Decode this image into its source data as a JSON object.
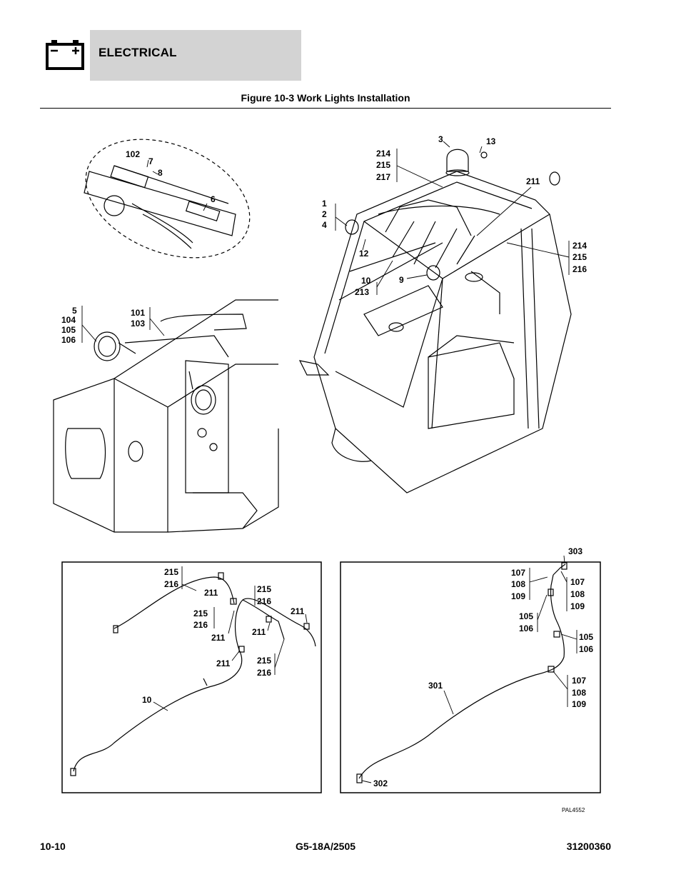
{
  "header": {
    "section": "ELECTRICAL",
    "icon": "battery-icon"
  },
  "figure": {
    "title": "Figure 10-3 Work Lights Installation",
    "ref_code": "PAL4552"
  },
  "callouts": {
    "detail_top": [
      "102",
      "7",
      "8",
      "6"
    ],
    "left_assembly": [
      "5",
      "104",
      "105",
      "106",
      "101",
      "103"
    ],
    "cab": [
      "3",
      "13",
      "214",
      "215",
      "217",
      "211",
      "1",
      "2",
      "4",
      "12",
      "214",
      "215",
      "216",
      "10",
      "213",
      "9"
    ],
    "harness_left": [
      "215",
      "216",
      "211",
      "215",
      "216",
      "215",
      "216",
      "211",
      "211",
      "211",
      "211",
      "215",
      "216",
      "10"
    ],
    "harness_right": [
      "303",
      "107",
      "108",
      "109",
      "107",
      "108",
      "109",
      "105",
      "106",
      "105",
      "106",
      "107",
      "108",
      "109",
      "301",
      "302"
    ]
  },
  "footer": {
    "page": "10-10",
    "model": "G5-18A/2505",
    "part_number": "31200360"
  }
}
